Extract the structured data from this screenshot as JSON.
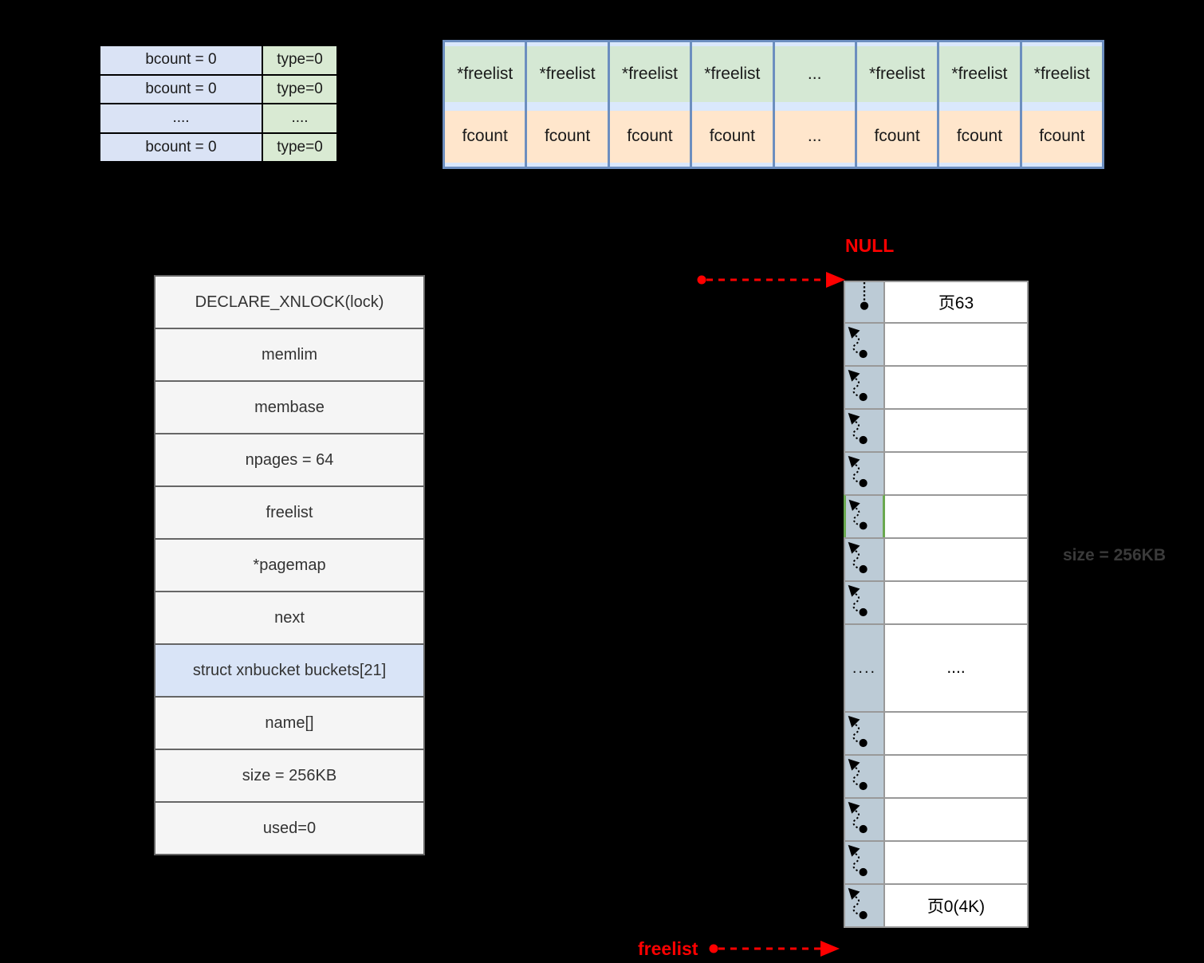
{
  "bucket_table": {
    "rows": [
      {
        "left": "bcount = 0",
        "right": "type=0"
      },
      {
        "left": "bcount = 0",
        "right": "type=0"
      },
      {
        "left": "....",
        "right": "...."
      },
      {
        "left": "bcount = 0",
        "right": "type=0"
      }
    ]
  },
  "freelist_array": {
    "columns": [
      {
        "top": "*freelist",
        "bottom": "fcount"
      },
      {
        "top": "*freelist",
        "bottom": "fcount"
      },
      {
        "top": "*freelist",
        "bottom": "fcount"
      },
      {
        "top": "*freelist",
        "bottom": "fcount"
      },
      {
        "top": "...",
        "bottom": "..."
      },
      {
        "top": "*freelist",
        "bottom": "fcount"
      },
      {
        "top": "*freelist",
        "bottom": "fcount"
      },
      {
        "top": "*freelist",
        "bottom": "fcount"
      }
    ]
  },
  "struct_table": {
    "rows": [
      {
        "label": "DECLARE_XNLOCK(lock)",
        "highlight": false
      },
      {
        "label": "memlim",
        "highlight": false
      },
      {
        "label": "membase",
        "highlight": false
      },
      {
        "label": "npages = 64",
        "highlight": false
      },
      {
        "label": "freelist",
        "highlight": false
      },
      {
        "label": "*pagemap",
        "highlight": false
      },
      {
        "label": "next",
        "highlight": false
      },
      {
        "label": "struct xnbucket buckets[21]",
        "highlight": true
      },
      {
        "label": "name[]",
        "highlight": false
      },
      {
        "label": "size = 256KB",
        "highlight": false
      },
      {
        "label": "used=0",
        "highlight": false
      }
    ]
  },
  "pagemap": {
    "rows": [
      {
        "h": 54,
        "arrow": "up",
        "ptr_text": "",
        "label": "页63",
        "green": false
      },
      {
        "h": 56,
        "arrow": "zig",
        "ptr_text": "",
        "label": "",
        "green": false
      },
      {
        "h": 56,
        "arrow": "zig",
        "ptr_text": "",
        "label": "",
        "green": false
      },
      {
        "h": 56,
        "arrow": "zig",
        "ptr_text": "",
        "label": "",
        "green": false
      },
      {
        "h": 56,
        "arrow": "zig",
        "ptr_text": "",
        "label": "",
        "green": false
      },
      {
        "h": 56,
        "arrow": "zig",
        "ptr_text": "",
        "label": "",
        "green": true
      },
      {
        "h": 56,
        "arrow": "zig",
        "ptr_text": "",
        "label": "",
        "green": false
      },
      {
        "h": 56,
        "arrow": "zig",
        "ptr_text": "",
        "label": "",
        "green": false
      },
      {
        "h": 112,
        "arrow": "none",
        "ptr_text": "....",
        "label": "....",
        "green": false
      },
      {
        "h": 56,
        "arrow": "zig",
        "ptr_text": "",
        "label": "",
        "green": false
      },
      {
        "h": 56,
        "arrow": "zig",
        "ptr_text": "",
        "label": "",
        "green": false
      },
      {
        "h": 56,
        "arrow": "zig",
        "ptr_text": "",
        "label": "",
        "green": false
      },
      {
        "h": 56,
        "arrow": "zig",
        "ptr_text": "",
        "label": "",
        "green": false
      },
      {
        "h": 56,
        "arrow": "zig",
        "ptr_text": "",
        "label": "页0(4K)",
        "green": false
      }
    ]
  },
  "annotations": {
    "null_label": "NULL",
    "freelist_label": "freelist",
    "size_label": "size = 256KB"
  },
  "colors": {
    "annotation_red": "#ff0000",
    "highlight_green": "#6aa84f",
    "array_border_blue": "#6c8ebf",
    "array_green": "#d5e8d4",
    "array_orange": "#ffe6cc",
    "bucket_blue": "#dae3f5",
    "bucket_green": "#d9ead3",
    "struct_highlight_blue": "#d9e4f7",
    "pagemap_pointer_fill": "#bccbd6",
    "size_label_gray": "#3a3a3a"
  }
}
